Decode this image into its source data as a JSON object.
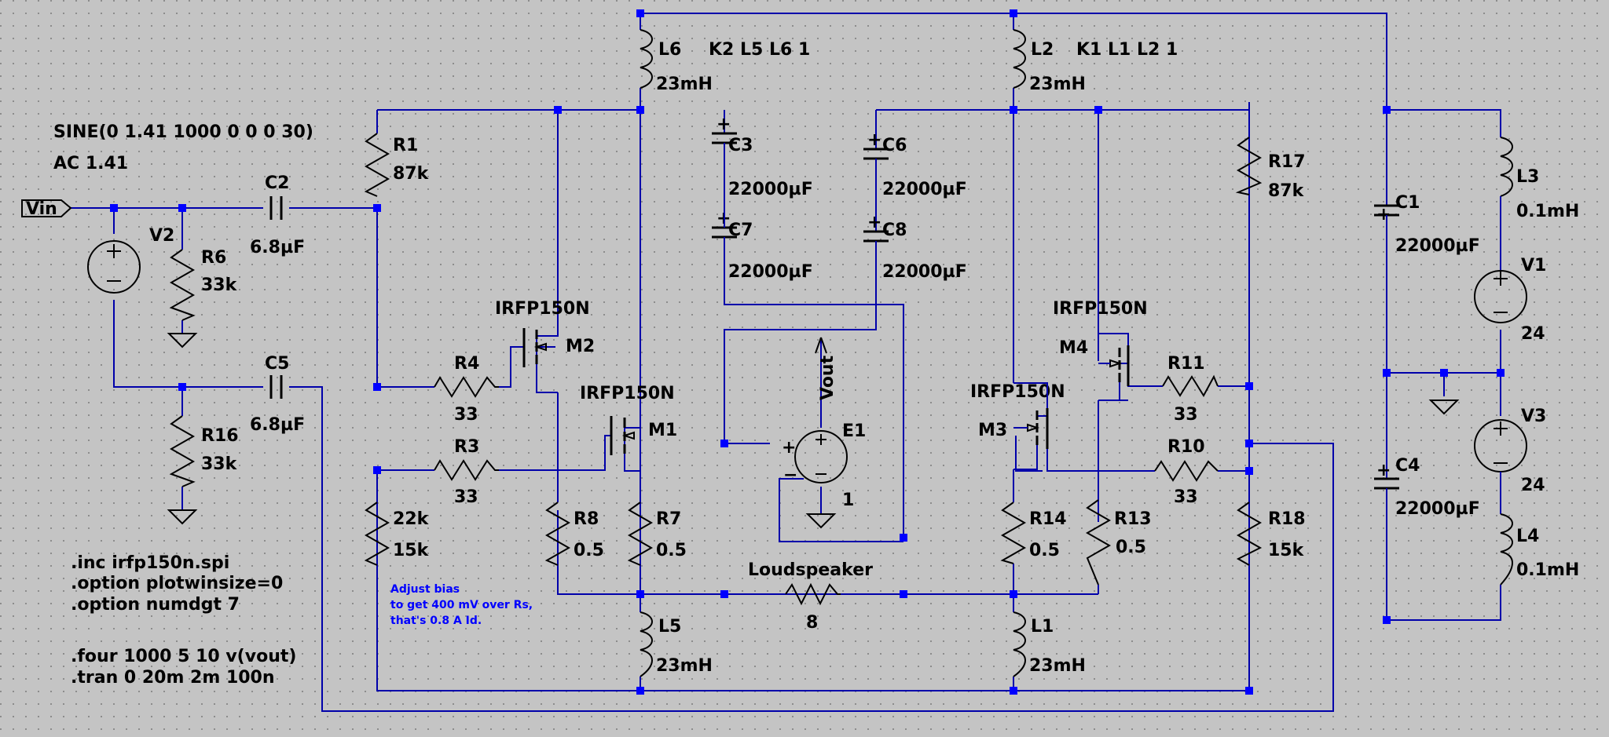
{
  "directives": {
    "source_line1": "SINE(0 1.41 1000 0 0 0 30)",
    "source_line2": "AC 1.41",
    "inc": ".inc irfp150n.spi",
    "opt1": ".option plotwinsize=0",
    "opt2": ".option numdgt 7",
    "four": ".four 1000 5 10 v(vout)",
    "tran": ".tran 0 20m 2m 100n",
    "couple_left": "K2 L5 L6 1",
    "couple_right": "K1 L1 L2 1"
  },
  "note": {
    "line1": "Adjust bias",
    "line2": "to get 400 mV over Rs,",
    "line3": "that's 0.8 A Id."
  },
  "labels": {
    "vin": "Vin",
    "vout": "Vout",
    "v2": "V2",
    "v1": "V1",
    "v1_val": "24",
    "v3": "V3",
    "v3_val": "24",
    "c1": "C1",
    "c1_val": "22000µF",
    "c2": "C2",
    "c2_val": "6.8µF",
    "c3": "C3",
    "c3_val": "22000µF",
    "c4": "C4",
    "c4_val": "22000µF",
    "c5": "C5",
    "c5_val": "6.8µF",
    "c6": "C6",
    "c6_val": "22000µF",
    "c7": "C7",
    "c7_val": "22000µF",
    "c8": "C8",
    "c8_val": "22000µF",
    "r1": "R1",
    "r1_val": "87k",
    "r3": "R3",
    "r3_val": "33",
    "r4": "R4",
    "r4_val": "33",
    "r6": "R6",
    "r6_val": "33k",
    "r7": "R7",
    "r7_val": "0.5",
    "r8": "R8",
    "r8_val": "0.5",
    "r10": "R10",
    "r10_val": "33",
    "r11": "R11",
    "r11_val": "33",
    "r13": "R13",
    "r13_val": "0.5",
    "r14": "R14",
    "r14_val": "0.5",
    "r16": "R16",
    "r16_val": "33k",
    "r17": "R17",
    "r17_val": "87k",
    "r18": "R18",
    "r18_val": "15k",
    "r22_name": "22k",
    "r22_val": "15k",
    "rload": "Loudspeaker",
    "rload_val": "8",
    "l1": "L1",
    "l1_val": "23mH",
    "l2": "L2",
    "l2_val": "23mH",
    "l3": "L3",
    "l3_val": "0.1mH",
    "l4": "L4",
    "l4_val": "0.1mH",
    "l5": "L5",
    "l5_val": "23mH",
    "l6": "L6",
    "l6_val": "23mH",
    "m1": "M1",
    "m2": "M2",
    "m3": "M3",
    "m4": "M4",
    "m_model": "IRFP150N",
    "e1": "E1",
    "e1_val": "1"
  },
  "colors": {
    "background": "#c4c4c4",
    "wire": "#0000aa",
    "junction": "#0000ff",
    "component": "#000000",
    "note": "#0000ff"
  }
}
